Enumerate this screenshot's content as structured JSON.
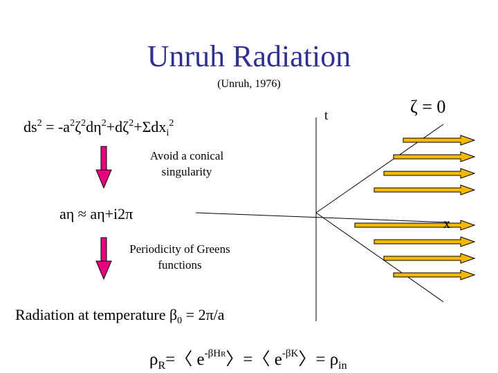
{
  "title": "Unruh Radiation",
  "subtitle": "(Unruh, 1976)",
  "metric": {
    "ds": "ds",
    "ds_exp": "2",
    "eq": " = -a",
    "a_exp": "2",
    "zeta": "ζ",
    "zeta_exp": "2",
    "deta": "dη",
    "deta_exp": "2",
    "dzeta": "+dζ",
    "dzeta_exp": "2",
    "sum": "+Σdx",
    "sum_sub": "i",
    "sum_exp": "2"
  },
  "note1": [
    "Avoid a conical",
    "singularity"
  ],
  "identification": "aη ≈ aη+i2π",
  "note2": [
    "Periodicity of Greens",
    "functions"
  ],
  "radiation": {
    "text": "Radiation at temperature β",
    "sub": "0",
    "rest": " = 2π/a"
  },
  "density": {
    "rho_r": "ρ",
    "r_sub": "R",
    "eq1": "=〈 e",
    "exp1": "-βH",
    "exp1_sub": "R",
    "eq2": "〉=〈 e",
    "exp2": "-βK",
    "eq3": "〉= ρ",
    "in_sub": "in"
  },
  "diagram": {
    "t_label": "t",
    "x_label": "x",
    "zeta_label": "ζ = 0",
    "arrow_count": 8
  },
  "colors": {
    "title": "#2e3192",
    "arrow_down": "#e6007e",
    "arrow_right": "#f5b800"
  }
}
